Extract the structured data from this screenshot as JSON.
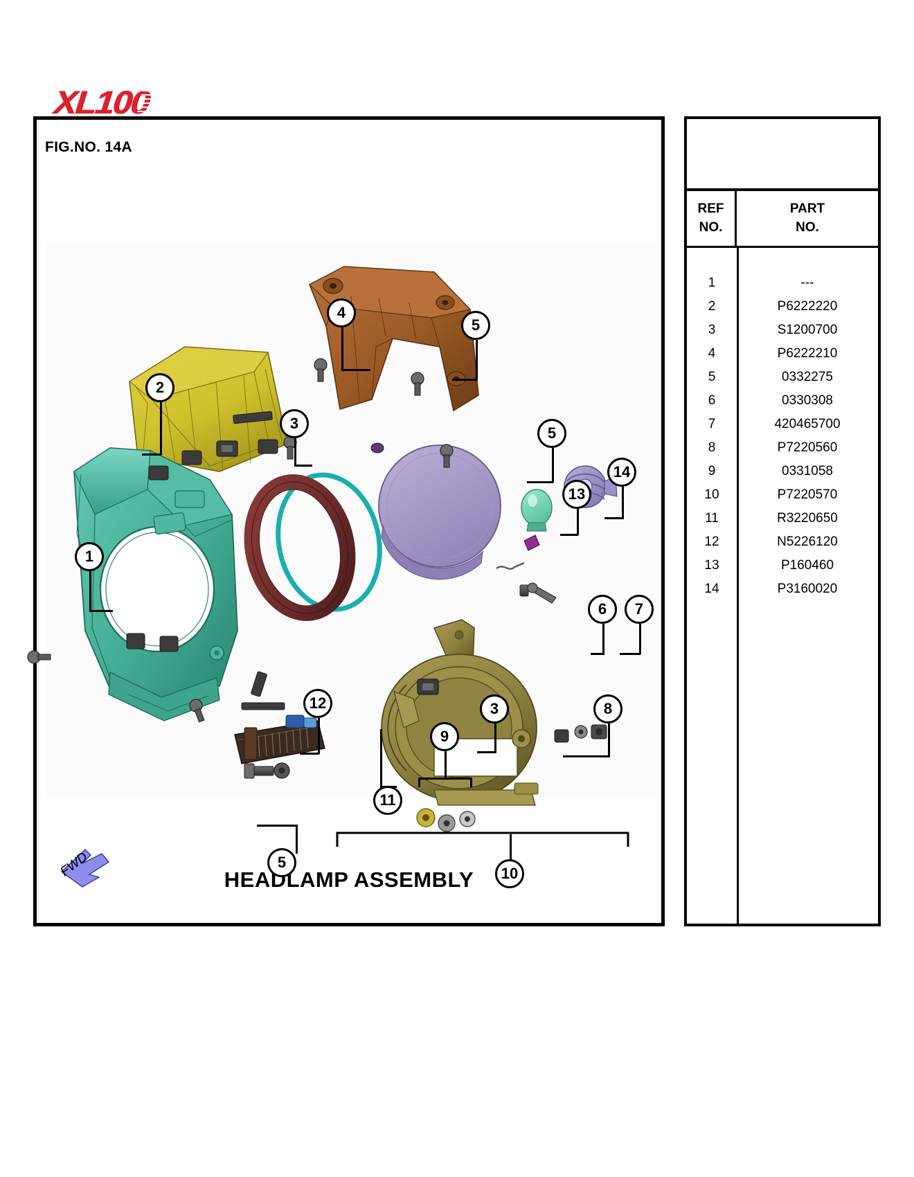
{
  "logo": {
    "text": "XL100",
    "color": "#e1202e"
  },
  "frame": {
    "fig_no": "FIG.NO. 14A"
  },
  "diagram": {
    "title": "HEADLAMP ASSEMBLY",
    "fwd_label": "FWD",
    "fwd_color": "#8f8cf0",
    "callouts": [
      {
        "id": "c1",
        "number": "1"
      },
      {
        "id": "c2",
        "number": "2"
      },
      {
        "id": "c3a",
        "number": "3"
      },
      {
        "id": "c4",
        "number": "4"
      },
      {
        "id": "c5a",
        "number": "5"
      },
      {
        "id": "c5b",
        "number": "5"
      },
      {
        "id": "c5c",
        "number": "5"
      },
      {
        "id": "c6",
        "number": "6"
      },
      {
        "id": "c7",
        "number": "7"
      },
      {
        "id": "c8",
        "number": "8"
      },
      {
        "id": "c9",
        "number": "9"
      },
      {
        "id": "c10",
        "number": "10"
      },
      {
        "id": "c11",
        "number": "11"
      },
      {
        "id": "c12",
        "number": "12"
      },
      {
        "id": "c13",
        "number": "13"
      },
      {
        "id": "c14",
        "number": "14"
      },
      {
        "id": "c3b",
        "number": "3"
      }
    ],
    "part_colors": {
      "headlamp_housing": "#43ad94",
      "visor_cowl": "#cfc02b",
      "upper_bracket": "#9a5a25",
      "lens_ring_outer": "#6b2b2b",
      "lens_ring_inner": "#18b0ae",
      "reflector_glass": "#a899c8",
      "lamp_rim": "#8e8340",
      "bulb": "#6ed0ae",
      "socket_boot": "#9b8fc4",
      "wire_harness": "#3a2a20",
      "hardware": "#4a4a4a"
    }
  },
  "table": {
    "header": {
      "ref": [
        "REF",
        "NO."
      ],
      "part": [
        "PART",
        "NO."
      ]
    },
    "rows": [
      {
        "ref": "1",
        "part": "---"
      },
      {
        "ref": "2",
        "part": "P6222220"
      },
      {
        "ref": "3",
        "part": "S1200700"
      },
      {
        "ref": "4",
        "part": "P6222210"
      },
      {
        "ref": "5",
        "part": "0332275"
      },
      {
        "ref": "6",
        "part": "0330308"
      },
      {
        "ref": "7",
        "part": "420465700"
      },
      {
        "ref": "8",
        "part": "P7220560"
      },
      {
        "ref": "9",
        "part": "0331058"
      },
      {
        "ref": "10",
        "part": "P7220570"
      },
      {
        "ref": "11",
        "part": "R3220650"
      },
      {
        "ref": "12",
        "part": "N5226120"
      },
      {
        "ref": "13",
        "part": "P160460"
      },
      {
        "ref": "14",
        "part": "P3160020"
      }
    ]
  }
}
